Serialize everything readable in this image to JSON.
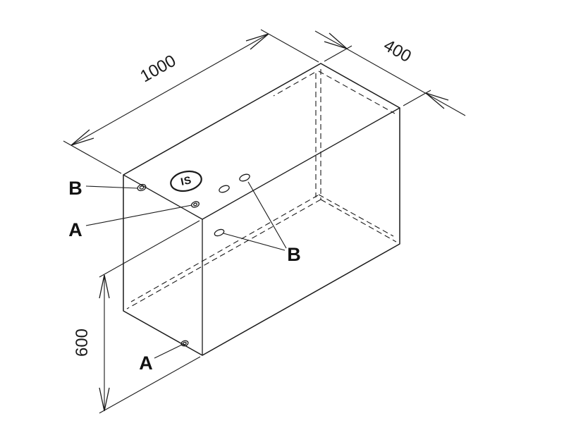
{
  "page": {
    "background": "#ffffff"
  },
  "drawing": {
    "line_color": "#1a1a1a",
    "logo": {
      "text": "IS"
    },
    "dimensions": {
      "length": {
        "value": "1000"
      },
      "width": {
        "value": "400"
      },
      "height": {
        "value": "600"
      }
    },
    "labels": {
      "b_top": {
        "text": "B"
      },
      "a_top": {
        "text": "A"
      },
      "b_mid": {
        "text": "B"
      },
      "a_bottom": {
        "text": "A"
      }
    }
  }
}
